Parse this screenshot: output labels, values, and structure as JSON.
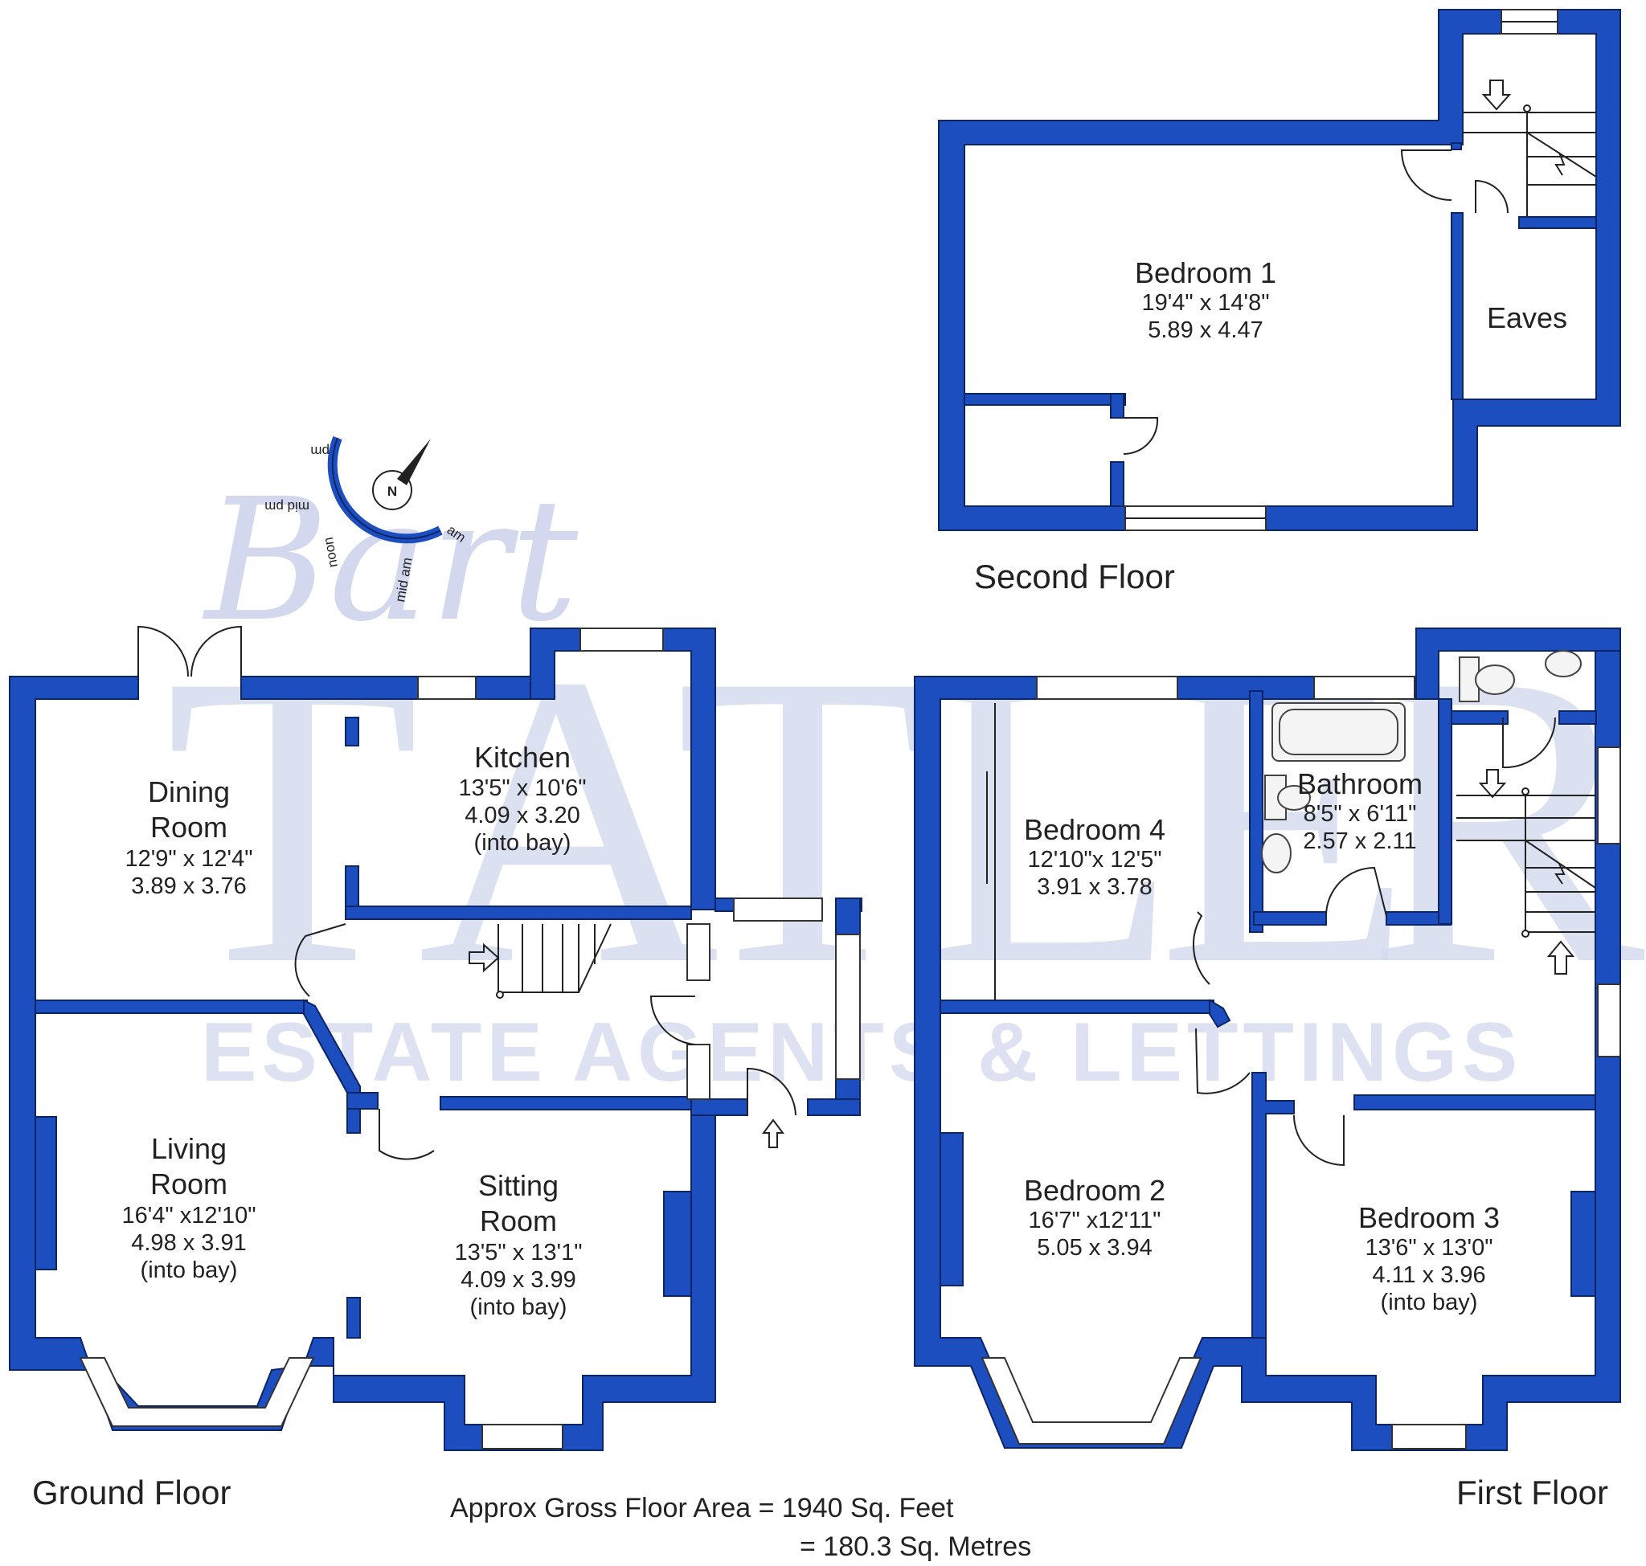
{
  "watermark": {
    "script": "Bart",
    "letters": [
      "T",
      "A",
      "T",
      "L",
      "E",
      "R"
    ],
    "subtitle": "ESTATE AGENTS & LETTINGS"
  },
  "compass": {
    "north": "N",
    "arc_labels": [
      "pm",
      "mid pm",
      "noon",
      "mid am",
      "am"
    ]
  },
  "floors": {
    "ground": "Ground Floor",
    "first": "First Floor",
    "second": "Second Floor"
  },
  "rooms": {
    "bedroom1": {
      "name": "Bedroom 1",
      "imperial": "19'4\" x 14'8\"",
      "metric": "5.89  x  4.47"
    },
    "eaves": {
      "name": "Eaves"
    },
    "kitchen": {
      "name": "Kitchen",
      "imperial": "13'5\" x 10'6\"",
      "metric": "4.09  x  3.20",
      "note": "(into bay)"
    },
    "dining": {
      "name1": "Dining",
      "name2": "Room",
      "imperial": "12'9\" x 12'4\"",
      "metric": "3.89  x  3.76"
    },
    "living": {
      "name1": "Living",
      "name2": "Room",
      "imperial": "16'4\"  x12'10\"",
      "metric": "4.98  x  3.91",
      "note": "(into bay)"
    },
    "sitting": {
      "name1": "Sitting",
      "name2": "Room",
      "imperial": "13'5\"  x 13'1\"",
      "metric": "4.09  x  3.99",
      "note": "(into bay)"
    },
    "bedroom4": {
      "name": "Bedroom 4",
      "imperial": "12'10\"x 12'5\"",
      "metric": "3.91  x  3.78"
    },
    "bathroom": {
      "name": "Bathroom",
      "imperial": "8'5\"  x 6'11\"",
      "metric": "2.57  x  2.11"
    },
    "bedroom2": {
      "name": "Bedroom 2",
      "imperial": "16'7\"  x12'11\"",
      "metric": "5.05  x  3.94"
    },
    "bedroom3": {
      "name": "Bedroom 3",
      "imperial": "13'6\"  x 13'0\"",
      "metric": "4.11  x  3.96",
      "note": "(into bay)"
    }
  },
  "area": {
    "line1": "Approx Gross Floor Area  =  1940  Sq. Feet",
    "line2": "=  180.3  Sq. Metres"
  },
  "colors": {
    "wall": "#1d4ebf",
    "watermark": "#d7dcf0"
  }
}
